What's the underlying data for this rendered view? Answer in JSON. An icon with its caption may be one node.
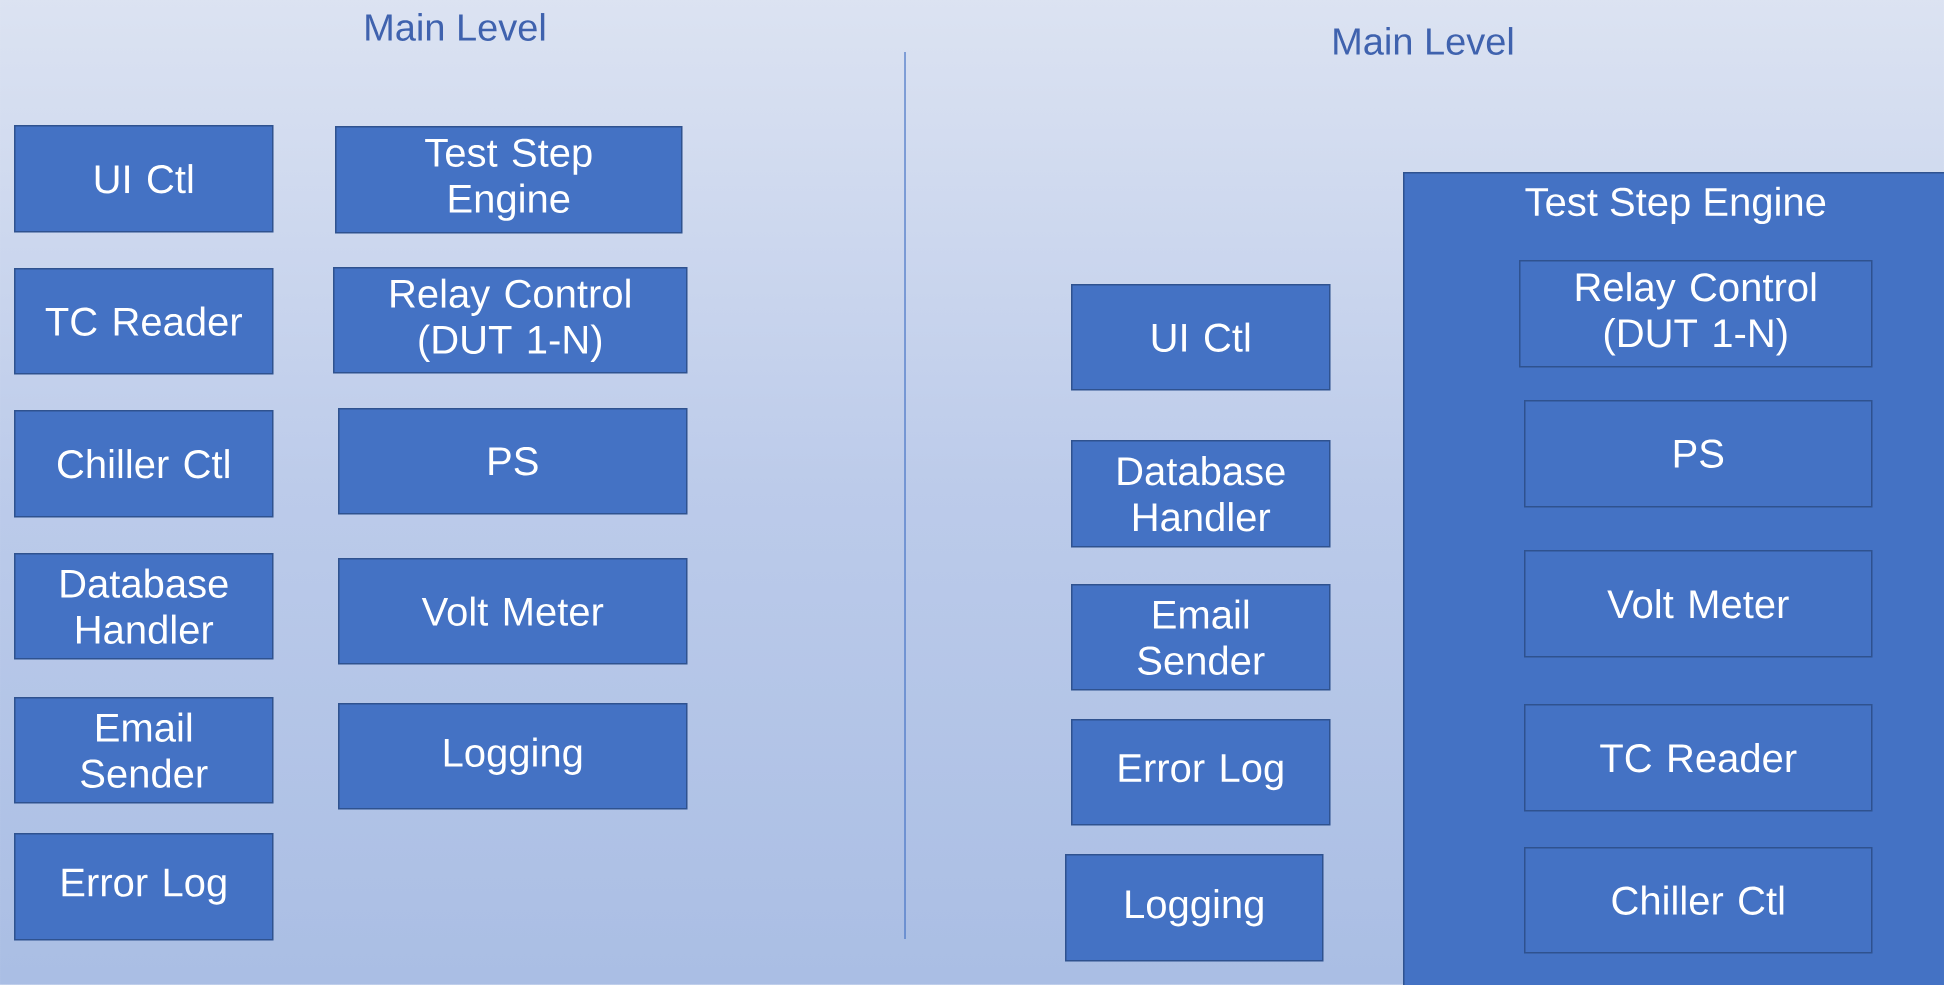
{
  "diagram": {
    "nodes": [
      {
        "text": [
          "UI Ctl"
        ]
      },
      {
        "text": [
          "TC Reader"
        ]
      },
      {
        "text": [
          "Chiller Ctl"
        ]
      },
      {
        "text": [
          "Database Handler"
        ]
      },
      {
        "text": [
          "Email Sender"
        ]
      },
      {
        "text": [
          "Error Log"
        ]
      },
      {
        "text": [
          "Test Step Engine"
        ]
      },
      {
        "text": [
          "Relay Control (DUT 1-N)"
        ]
      },
      {
        "text": [
          "PS"
        ]
      },
      {
        "text": [
          "Volt Meter"
        ]
      },
      {
        "text": [
          "Logging"
        ]
      },
      {
        "text": [
          "UI Ctl"
        ]
      },
      {
        "text": [
          "Database Handler"
        ]
      },
      {
        "text": [
          "Email Sender"
        ]
      },
      {
        "text": [
          "Error Log"
        ]
      },
      {
        "text": [
          "Logging"
        ]
      },
      {
        "text": [
          "Test Step Engine"
        ]
      },
      {
        "text": [
          "Relay Control (DUT 1-N)"
        ],
        "in": 16
      },
      {
        "text": [
          "PS"
        ],
        "in": 16
      },
      {
        "text": [
          "Volt Meter"
        ],
        "in": 16
      },
      {
        "text": [
          "TC Reader"
        ],
        "in": 16
      },
      {
        "text": [
          "Chiller Ctl"
        ],
        "in": 16
      }
    ],
    "labels": [
      "Main Level",
      "Main Level"
    ]
  }
}
